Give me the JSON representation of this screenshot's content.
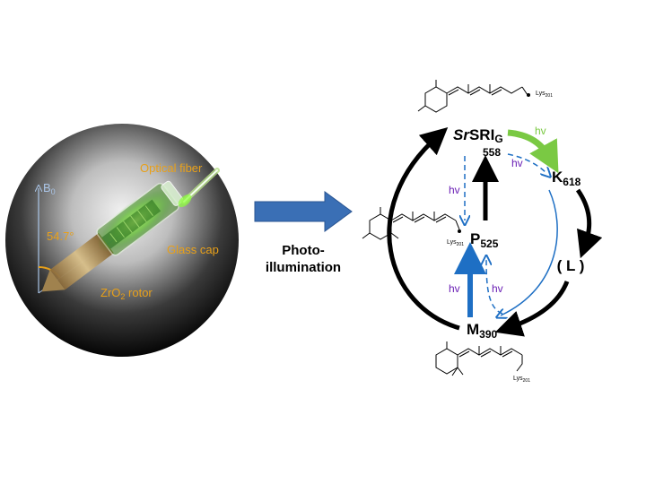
{
  "left_panel": {
    "b0": "B",
    "b0_sub": "0",
    "angle": "54.7°",
    "optical_fiber": "Optical fiber",
    "glass_cap": "Glass cap",
    "rotor_prefix": "ZrO",
    "rotor_sub": "2",
    "rotor_suffix": " rotor"
  },
  "arrow_label": {
    "line1": "Photo-",
    "line2": "illumination"
  },
  "cycle": {
    "state_g_italic": "Sr",
    "state_g_main": "SRI",
    "state_g_sub": "G",
    "state_g_extra": "558",
    "state_k_main": "K",
    "state_k_sub": "618",
    "state_l": "( L )",
    "state_m_main": "M",
    "state_m_sub": "390",
    "state_p_main": "P",
    "state_p_sub": "525",
    "hv_green": "hv",
    "hv_g_k_dashed": "hv",
    "hv_p_g": "hv",
    "hv_m_p": "hv",
    "hv_m_p_dashed": "hv",
    "lys_top": "Lys",
    "lys_top_sub": "201",
    "lys_mid": "Lys",
    "lys_mid_sub": "201",
    "lys_bot": "Lys",
    "lys_bot_sub": "201"
  },
  "colors": {
    "amber": "#e8a019",
    "green": "#7ac943",
    "blue": "#1e6fc4",
    "hv_purple": "#6a1fb5",
    "arrow_blue": "#3a6fb5"
  }
}
